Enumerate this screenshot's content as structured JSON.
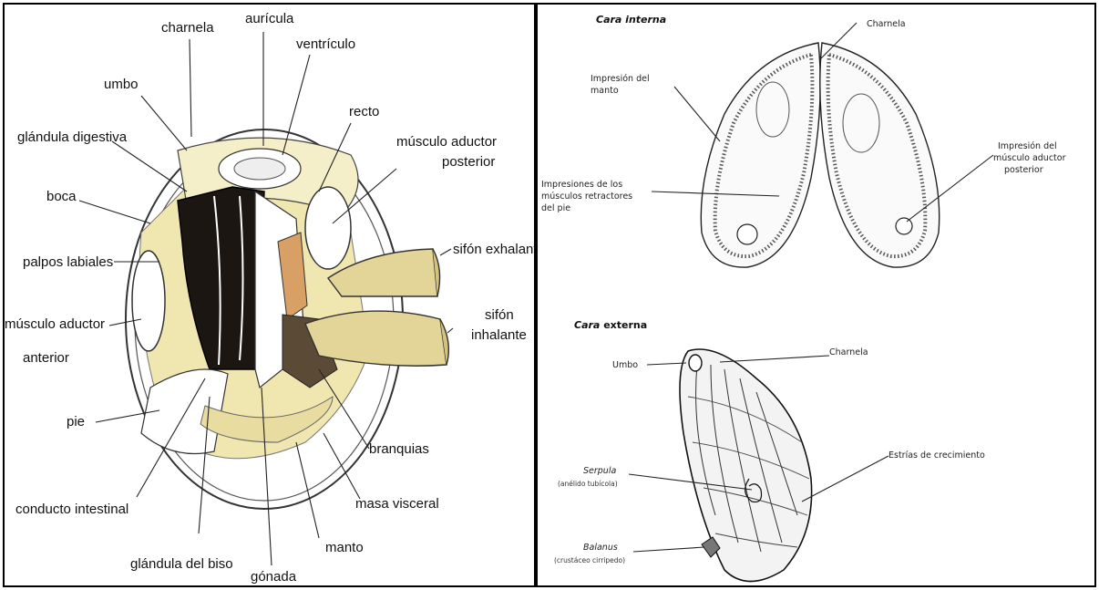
{
  "left_labels": {
    "charnela": "charnela",
    "auricula": "aurícula",
    "ventriculo": "ventrículo",
    "umbo": "umbo",
    "recto": "recto",
    "glandula_digestiva": "glándula digestiva",
    "musculo_aductor_posterior_1": "músculo aductor",
    "musculo_aductor_posterior_2": "posterior",
    "boca": "boca",
    "sifon_exhalante": "sifón exhalante",
    "palpos_labiales": "palpos labiales",
    "sifon_inhalante_1": "sifón",
    "sifon_inhalante_2": "inhalante",
    "musculo_aductor_anterior_1": "músculo aductor",
    "musculo_aductor_anterior_2": "anterior",
    "pie": "pie",
    "branquias": "branquias",
    "conducto_intestinal": "conducto intestinal",
    "masa_visceral": "masa visceral",
    "manto": "manto",
    "glandula_del_biso": "glándula del biso",
    "gonada": "gónada"
  },
  "right_labels": {
    "cara_interna": "Cara interna",
    "charnela_top": "Charnela",
    "impresion_manto_1": "Impresión del",
    "impresion_manto_2": "manto",
    "impresion_musculo_1": "Impresión del",
    "impresion_musculo_2": "músculo aductor",
    "impresion_musculo_3": "posterior",
    "impresiones_retractores_1": "Impresiones de los",
    "impresiones_retractores_2": "músculos retractores",
    "impresiones_retractores_3": "del pie",
    "cara_externa_prefix": "Cara",
    "cara_externa_word": "externa",
    "umbo": "Umbo",
    "charnela_bottom": "Charnela",
    "estrias": "Estrías de crecimiento",
    "serpula": "Serpula",
    "serpula_sub": "(anélido tubícola)",
    "balanus": "Balanus",
    "balanus_sub": "(crustáceo cirripedo)"
  }
}
